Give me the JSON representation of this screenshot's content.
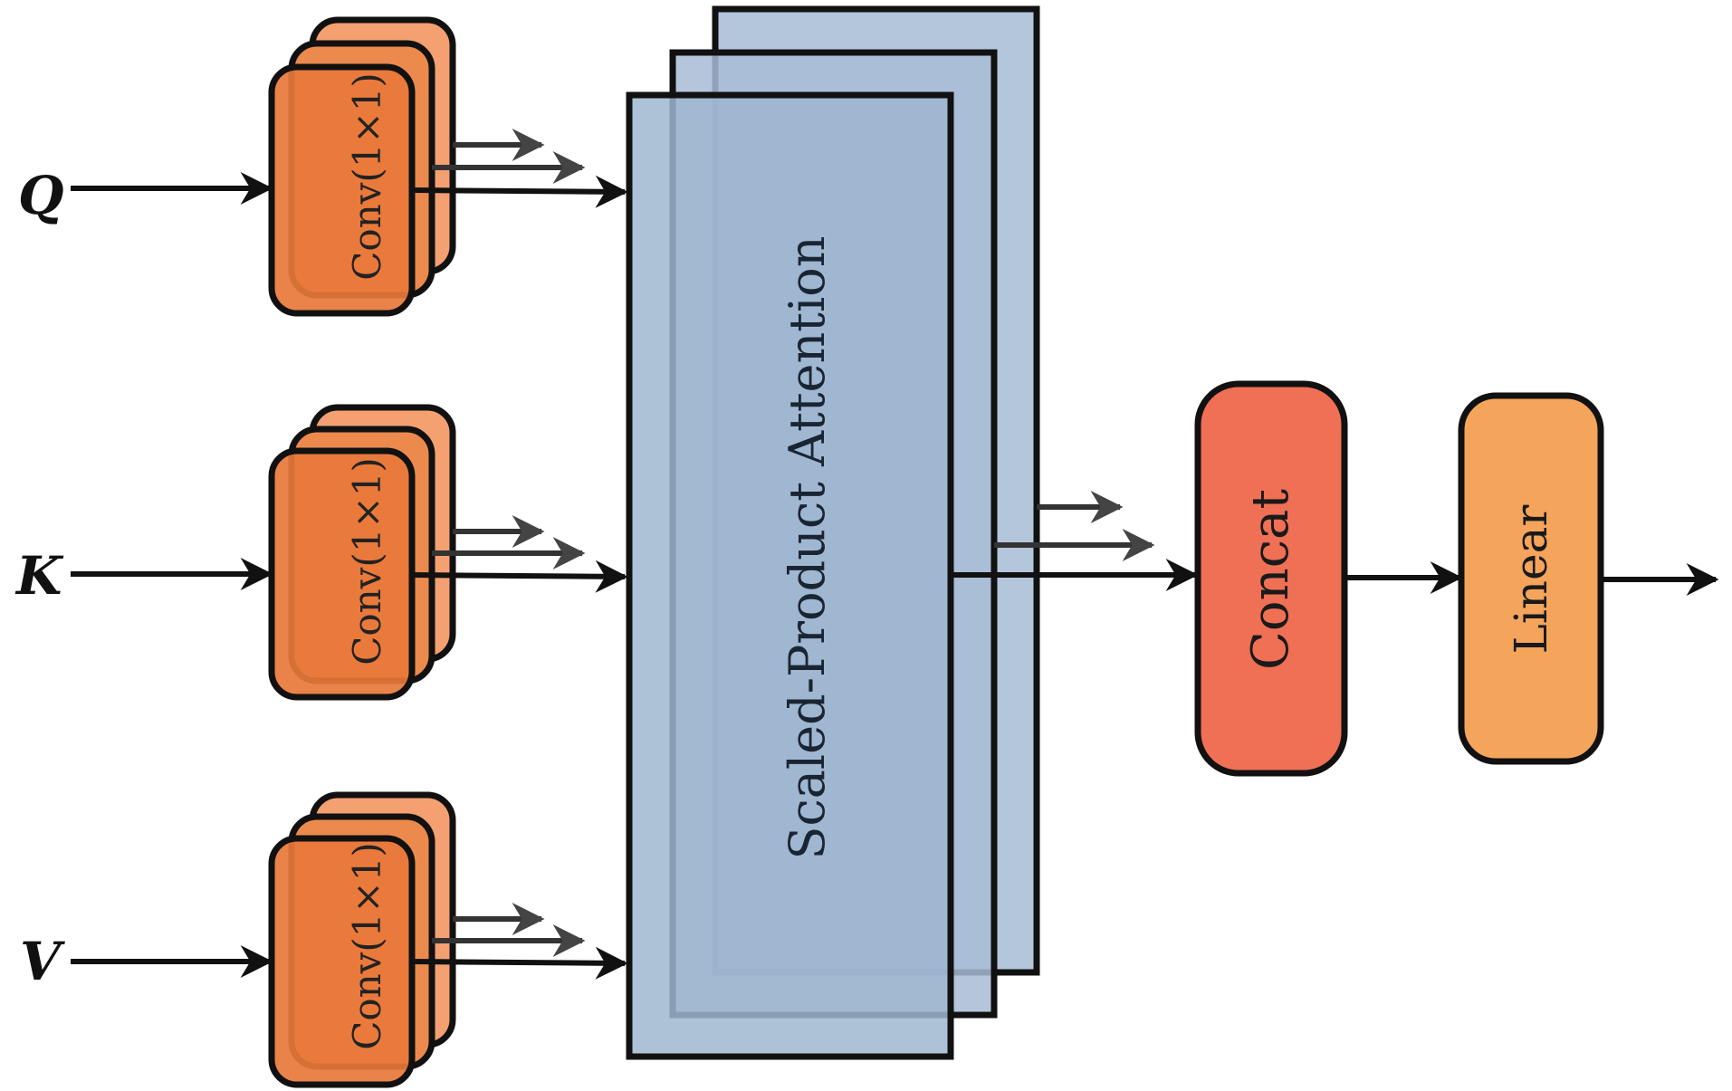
{
  "diagram": {
    "inputs": [
      {
        "id": "q",
        "label": "Q"
      },
      {
        "id": "k",
        "label": "K"
      },
      {
        "id": "v",
        "label": "V"
      }
    ],
    "conv_label": "Conv(1×1)",
    "attention_label": "Scaled-Product Attention",
    "concat_label": "Concat",
    "linear_label": "Linear",
    "colors": {
      "conv_back": "#f4a071",
      "conv_front": "#e8783a",
      "attention": "#9fb6d0",
      "concat": "#ef7055",
      "linear": "#f5a45c",
      "stroke": "#111111"
    }
  }
}
